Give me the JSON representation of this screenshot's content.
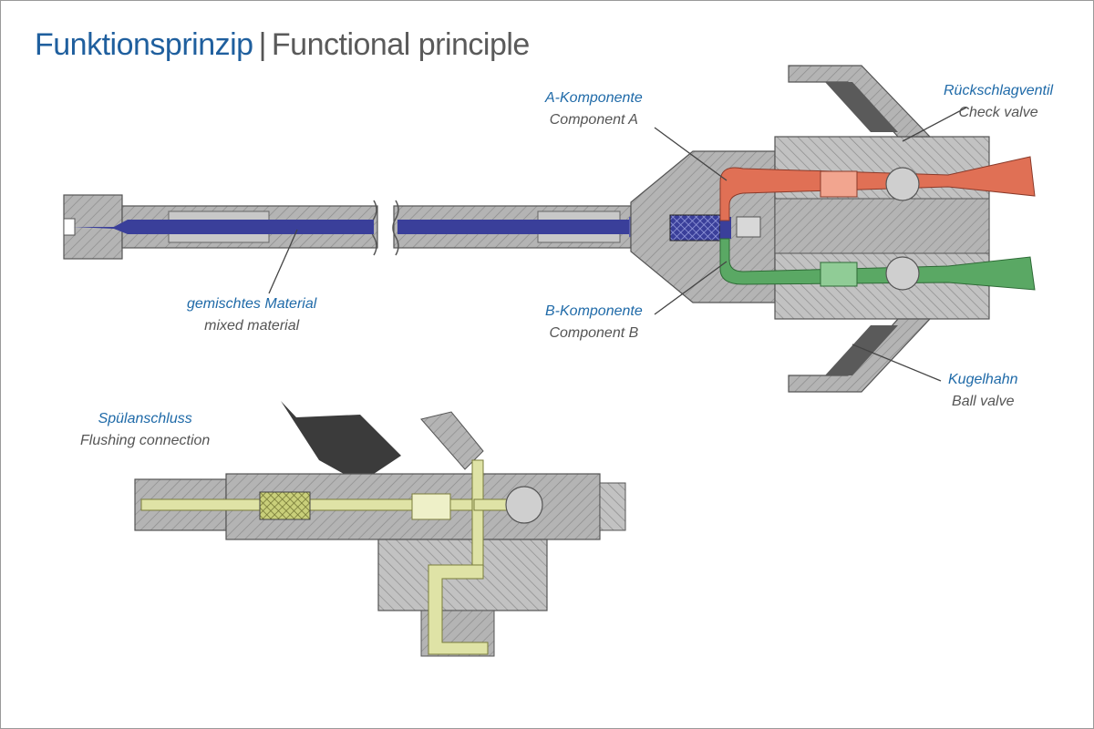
{
  "title": {
    "de": "Funktionsprinzip",
    "separator": "|",
    "en": "Functional principle"
  },
  "labels": {
    "a_component": {
      "de": "A-Komponente",
      "en": "Component A"
    },
    "check_valve": {
      "de": "Rückschlagventil",
      "en": "Check valve"
    },
    "mixed_material": {
      "de": "gemischtes Material",
      "en": "mixed material"
    },
    "b_component": {
      "de": "B-Komponente",
      "en": "Component B"
    },
    "ball_valve": {
      "de": "Kugelhahn",
      "en": "Ball valve"
    },
    "flushing": {
      "de": "Spülanschluss",
      "en": "Flushing connection"
    }
  },
  "colors": {
    "title_blue": "#1f5f9e",
    "label_blue": "#1f6aa8",
    "steel": "#b4b4b4",
    "steel_dark": "#8c8c8c",
    "mixed": "#3a3f9a",
    "component_a": "#e07055",
    "component_b": "#5aa864",
    "flush": "#dfe3a6",
    "handle": "#3b3b3b"
  }
}
